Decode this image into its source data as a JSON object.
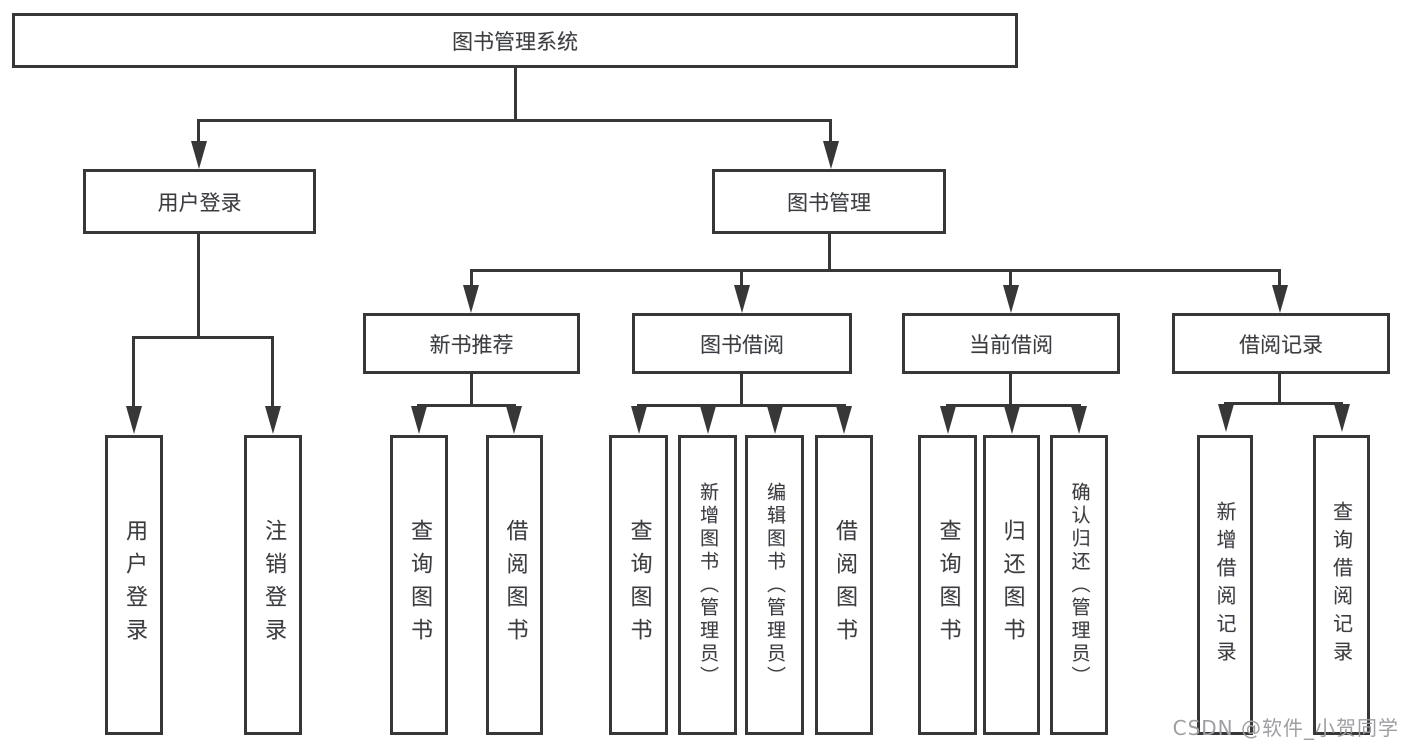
{
  "diagram_title": "图书管理系统",
  "tree": {
    "label": "图书管理系统",
    "children": [
      {
        "label": "用户登录",
        "children": [
          {
            "label": "用户登录"
          },
          {
            "label": "注销登录"
          }
        ]
      },
      {
        "label": "图书管理",
        "children": [
          {
            "label": "新书推荐",
            "children": [
              {
                "label": "查询图书"
              },
              {
                "label": "借阅图书"
              }
            ]
          },
          {
            "label": "图书借阅",
            "children": [
              {
                "label": "查询图书"
              },
              {
                "label": "新增图书（管理员）"
              },
              {
                "label": "编辑图书（管理员）"
              },
              {
                "label": "借阅图书"
              }
            ]
          },
          {
            "label": "当前借阅",
            "children": [
              {
                "label": "查询图书"
              },
              {
                "label": "归还图书"
              },
              {
                "label": "确认归还（管理员）"
              }
            ]
          },
          {
            "label": "借阅记录",
            "children": [
              {
                "label": "新增借阅记录"
              },
              {
                "label": "查询借阅记录"
              }
            ]
          }
        ]
      }
    ]
  },
  "watermark": {
    "text": "CSDN @软件_小贺同学",
    "color": "#9f9fa3"
  },
  "colors": {
    "line": "#373737",
    "text": "#3c3c3c",
    "background": "#ffffff"
  }
}
